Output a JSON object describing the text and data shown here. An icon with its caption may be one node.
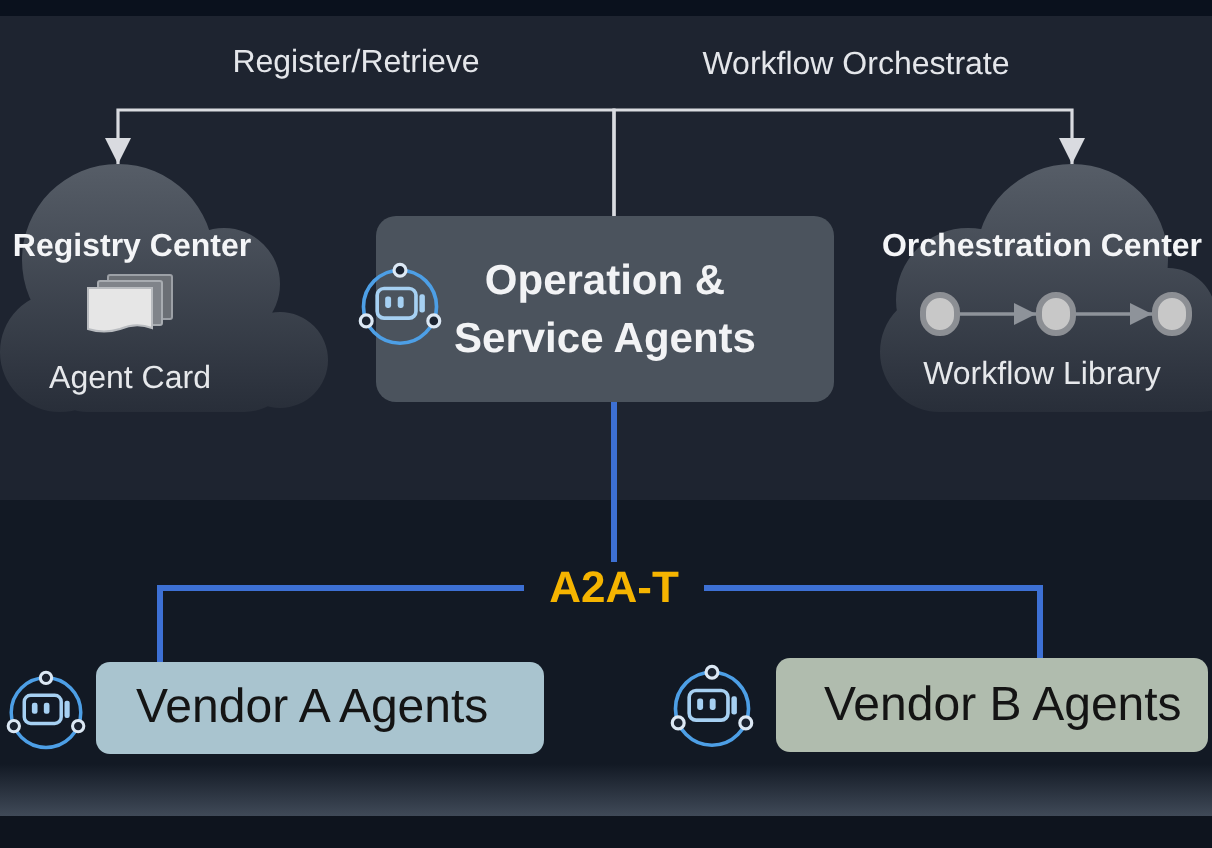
{
  "diagram": {
    "nodes": [
      {
        "text": [
          "Registry Center",
          "Agent Card"
        ]
      },
      {
        "text": [
          "Operation & Service Agents"
        ]
      },
      {
        "text": [
          "Orchestration Center",
          "Workflow Library"
        ]
      },
      {
        "text": [],
        "shape": "circle",
        "in": 2
      },
      {
        "text": [],
        "shape": "circle",
        "in": 2
      },
      {
        "text": [],
        "shape": "circle",
        "in": 2
      },
      {
        "text": [
          "A2A-T"
        ]
      },
      {
        "text": [
          "Vendor A Agents"
        ]
      },
      {
        "text": [
          "Vendor B Agents"
        ]
      }
    ],
    "edges": [
      {
        "from": 1,
        "to": 0,
        "arrow": "to",
        "label": "Register/Retrieve",
        "color": "#d9dbe0"
      },
      {
        "from": 1,
        "to": 2,
        "arrow": "to",
        "label": "Workflow Orchestrate",
        "color": "#d9dbe0"
      },
      {
        "from": 3,
        "to": 4,
        "arrow": "to",
        "color": "#8e939a"
      },
      {
        "from": 4,
        "to": 5,
        "arrow": "to",
        "color": "#8e939a"
      },
      {
        "from": 1,
        "to": 6,
        "arrow": "none"
      },
      {
        "from": 6,
        "to": 7,
        "arrow": "none"
      },
      {
        "from": 6,
        "to": 8,
        "arrow": "none"
      }
    ]
  }
}
